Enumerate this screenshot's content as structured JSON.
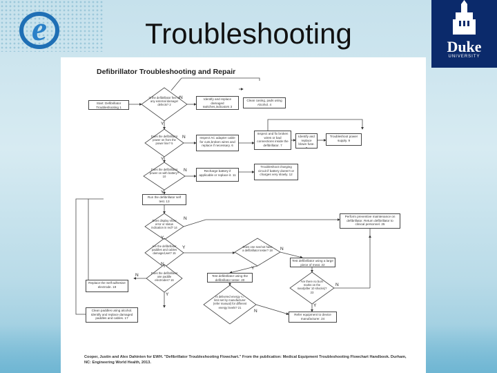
{
  "slide": {
    "title": "Troubleshooting",
    "logo_left_letter": "e",
    "logo_right_word": "Duke",
    "logo_right_sub": "UNIVERSITY"
  },
  "diagram": {
    "title": "Defibrillator Troubleshooting and Repair",
    "caption": "Cooper, Justin and Alex Dahinten for EWH. \"Defibrillator Troubleshooting Flowchart.\" From the publication: Medical Equipment Troubleshooting Flowchart Handbook. Durham, NC: Engineering World Health, 2013.",
    "nodes": {
      "n1": "Start: Defibrillator Troubleshooting 1",
      "n2": "Is the defibrillator free of any external damage/ defects? 2",
      "n3": "Identify and replace damaged switches,indicators 3",
      "n4": "Clean casing, pads using Alcohol. 4",
      "n5": "Does the defibrillator power on from the power line? 5",
      "n6": "Inspect AC adapter cable for cuts,broken wires and replace if necessary. 6",
      "n7": "Inspect and fix broken wires or bad connections inside the defibrillator. 7",
      "n8": "Identify and replace blown fuse. 8",
      "n9": "Troubleshoot power supply. 9",
      "n10": "Does the defibrillator power on with battery? 10",
      "n11": "Recharge battery if applicable or replace it. 11",
      "n12": "Troubleshoot charging circuit if battery doesn't or charges very slowly. 12",
      "n13": "Run the defibrillator self test. 13",
      "n14": "Does display show error or status indication in red? 14",
      "n15": "Are the defibrillator paddles and cables damaged,wet? 15",
      "n16": "Does the defibrillator use paddle electrodes? 16",
      "n17": "Clean paddles using alcohol. Identify and replace damaged paddles and cables. 17",
      "n18": "Does one see/not have a defibrillator tester? 18",
      "n19": "Replace the Self-adhesive electrode. 19",
      "n20": "Test defibrillator using the defibrillator tester. 20",
      "n21": "Is delivered energy <= limit set by manufacturer (refer manual) for different energy levels? 21",
      "n22": "Test defibrillator using a large piece of meat. 22",
      "n23": "Are there no burn marks on the meat(after 10 shocks)? 23",
      "n24": "Refer equipment to device manufacturer. 24",
      "n25": "Perform preventive maintenance on defibrillator. Return defibrillator to clinical personnel. 25"
    },
    "edge_labels": {
      "yes": "Y",
      "no": "N"
    }
  }
}
